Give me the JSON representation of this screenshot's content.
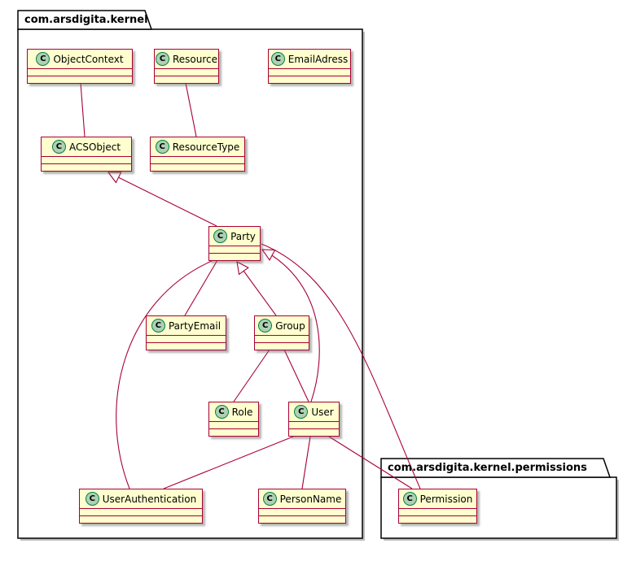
{
  "diagram": {
    "type": "uml-class-diagram",
    "class_icon_letter": "C",
    "colors": {
      "background": "#FFFFFF",
      "class_fill": "#FEFECE",
      "class_border": "#A80036",
      "icon_fill": "#ADD1B2",
      "icon_border": "#038048",
      "package_border": "#000000",
      "connector": "#A80036"
    },
    "packages": [
      {
        "name": "com.arsdigita.kernel"
      },
      {
        "name": "com.arsdigita.kernel.permissions"
      }
    ],
    "classes": [
      {
        "name": "ObjectContext",
        "package": "com.arsdigita.kernel"
      },
      {
        "name": "Resource",
        "package": "com.arsdigita.kernel"
      },
      {
        "name": "EmailAdress",
        "package": "com.arsdigita.kernel"
      },
      {
        "name": "ACSObject",
        "package": "com.arsdigita.kernel"
      },
      {
        "name": "ResourceType",
        "package": "com.arsdigita.kernel"
      },
      {
        "name": "Party",
        "package": "com.arsdigita.kernel"
      },
      {
        "name": "PartyEmail",
        "package": "com.arsdigita.kernel"
      },
      {
        "name": "Group",
        "package": "com.arsdigita.kernel"
      },
      {
        "name": "Role",
        "package": "com.arsdigita.kernel"
      },
      {
        "name": "User",
        "package": "com.arsdigita.kernel"
      },
      {
        "name": "UserAuthentication",
        "package": "com.arsdigita.kernel"
      },
      {
        "name": "PersonName",
        "package": "com.arsdigita.kernel"
      },
      {
        "name": "Permission",
        "package": "com.arsdigita.kernel.permissions"
      }
    ],
    "relations": [
      {
        "from": "ObjectContext",
        "to": "ACSObject",
        "type": "association"
      },
      {
        "from": "Resource",
        "to": "ResourceType",
        "type": "association"
      },
      {
        "from": "Party",
        "to": "ACSObject",
        "type": "extends"
      },
      {
        "from": "PartyEmail",
        "to": "Party",
        "type": "association"
      },
      {
        "from": "Group",
        "to": "Party",
        "type": "extends"
      },
      {
        "from": "User",
        "to": "Party",
        "type": "extends"
      },
      {
        "from": "Permission",
        "to": "Party",
        "type": "association"
      },
      {
        "from": "Role",
        "to": "Group",
        "type": "association"
      },
      {
        "from": "User",
        "to": "Group",
        "type": "association"
      },
      {
        "from": "UserAuthentication",
        "to": "User",
        "type": "association"
      },
      {
        "from": "UserAuthentication",
        "to": "Party",
        "type": "association"
      },
      {
        "from": "PersonName",
        "to": "User",
        "type": "association"
      },
      {
        "from": "User",
        "to": "Permission",
        "type": "association"
      }
    ]
  }
}
